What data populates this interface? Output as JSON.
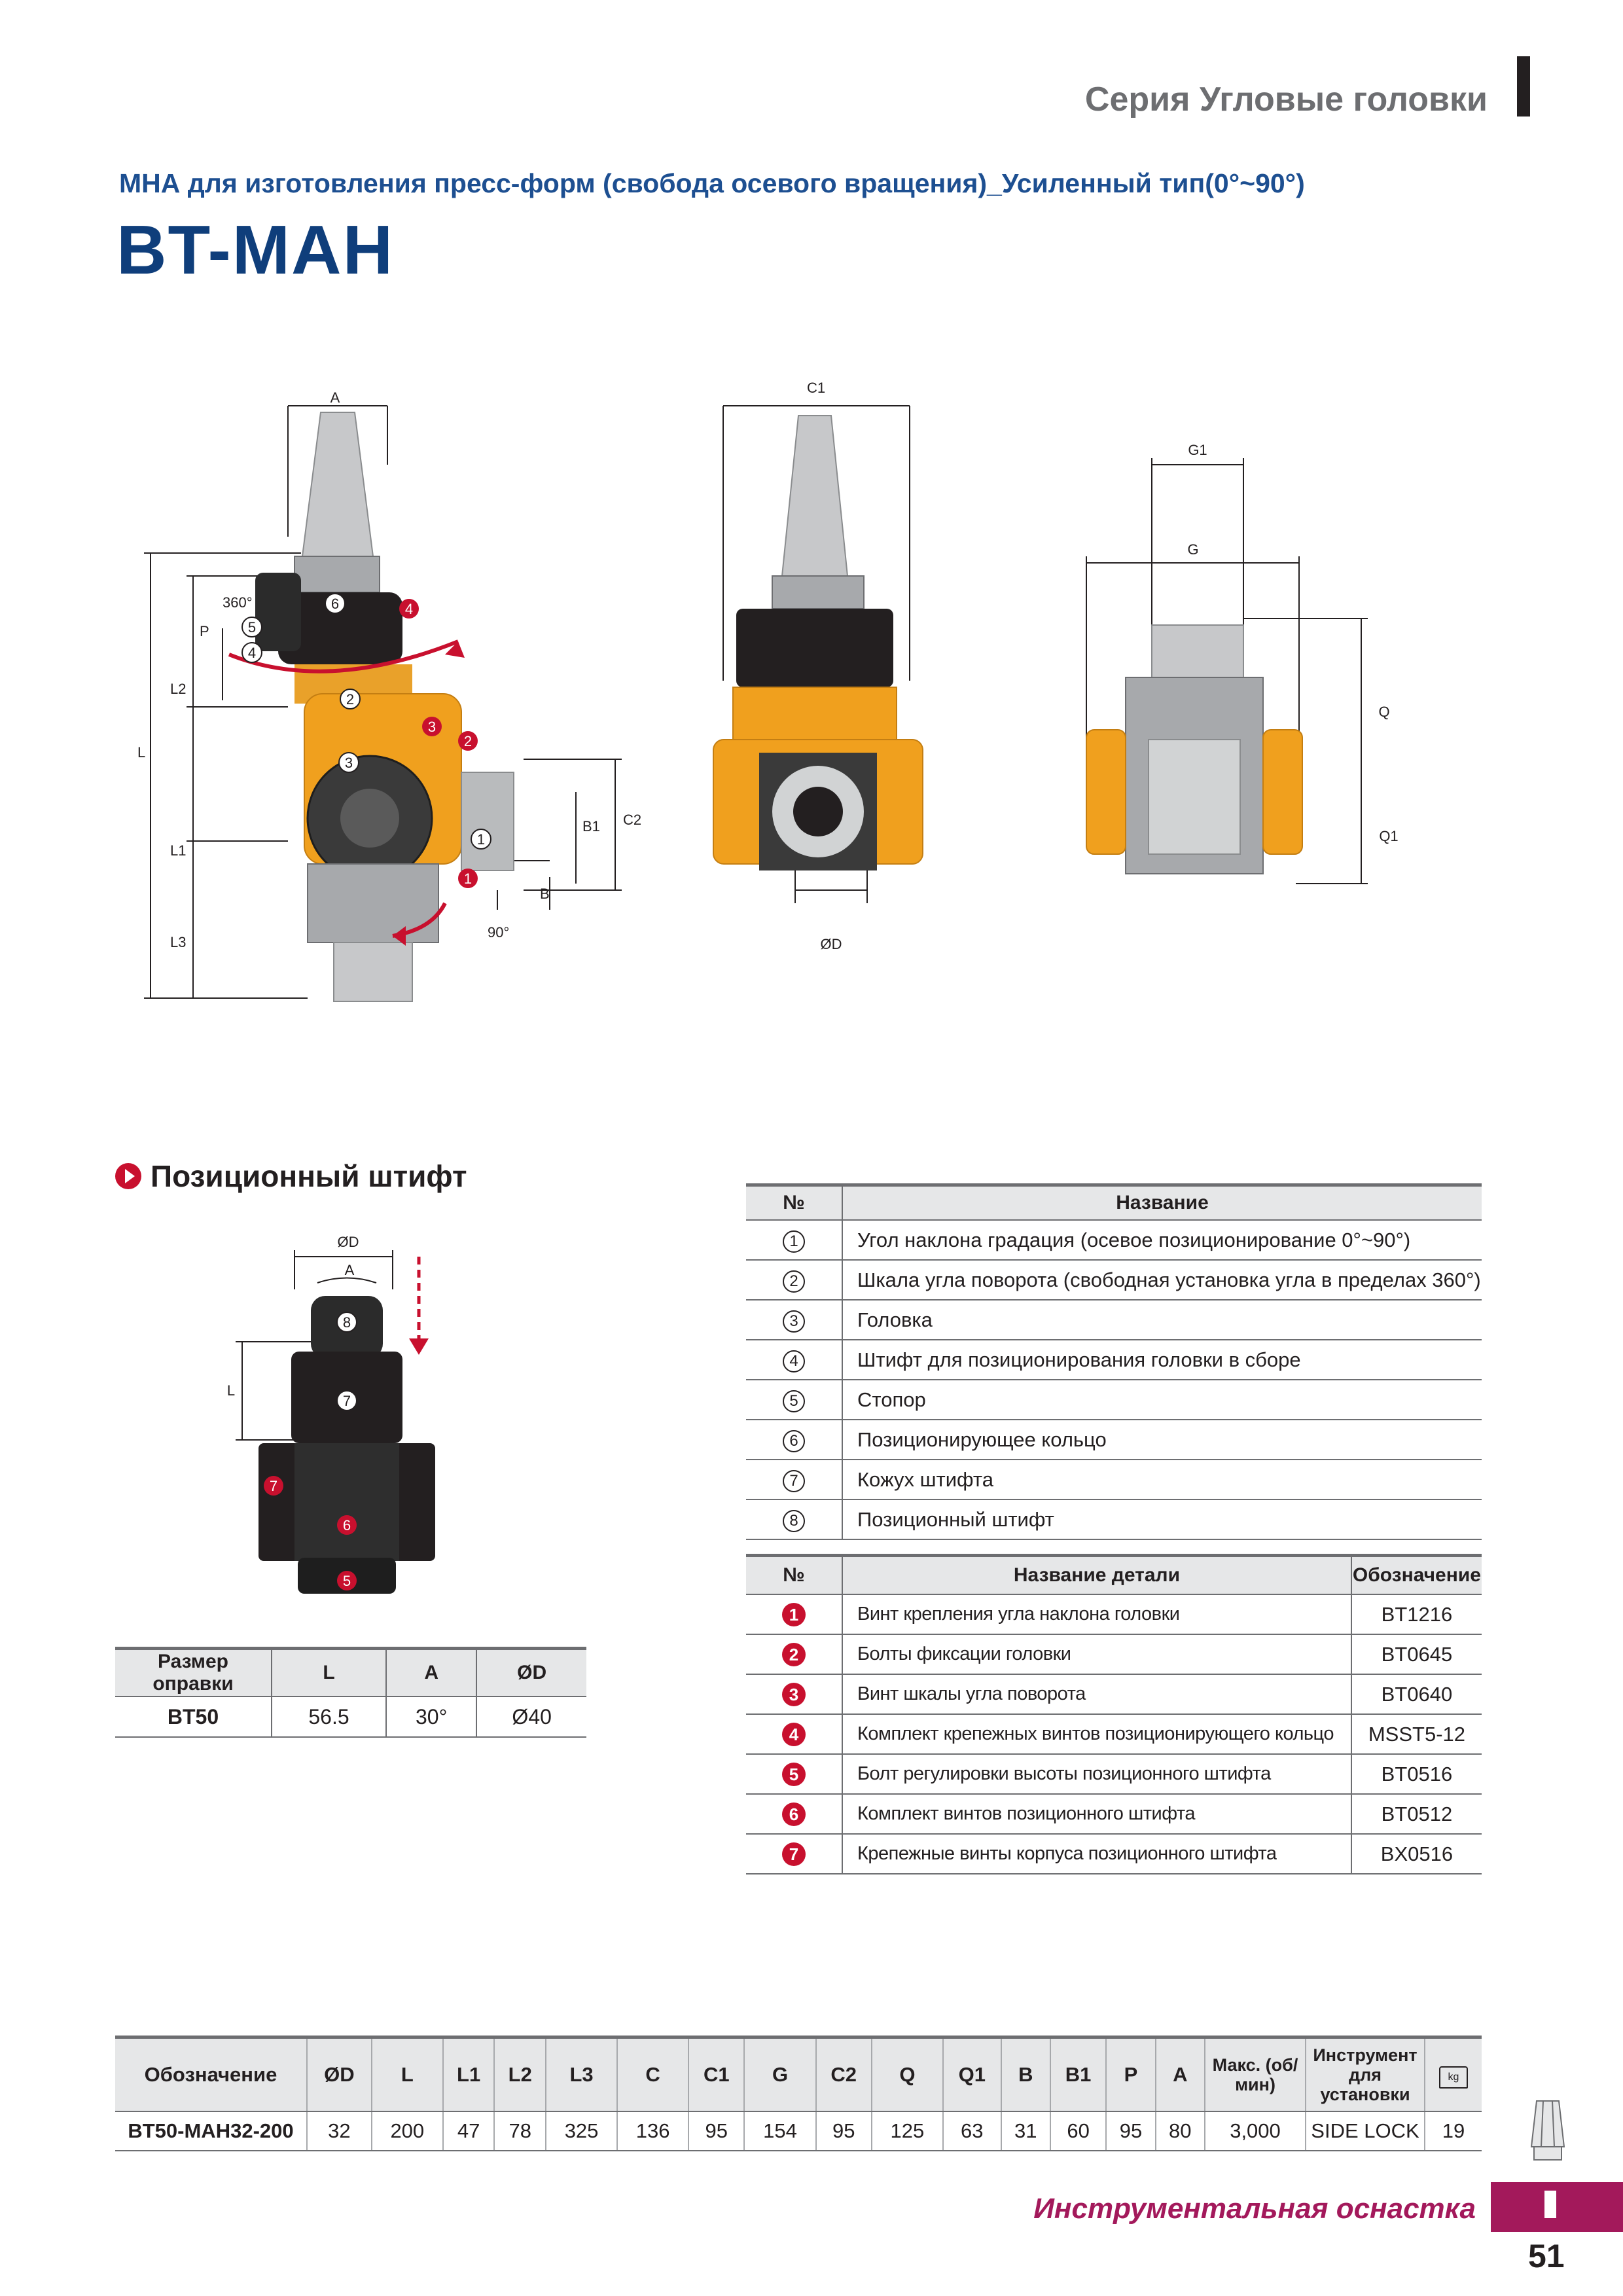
{
  "header": {
    "series": "Серия Угловые головки",
    "subtitle": "МНА для изготовления пресс-форм (свобода  осевого вращения)_Усиленный тип(0°~90°)",
    "model": "BT-MAH"
  },
  "figure_main": {
    "labels": {
      "A": "A",
      "L": "L",
      "L1": "L1",
      "L2": "L2",
      "L3": "L3",
      "P": "P",
      "deg360": "360°",
      "deg90": "90°",
      "B": "B",
      "B1": "B1",
      "C2": "C2"
    },
    "markers": [
      "1",
      "2",
      "3",
      "4",
      "5",
      "6"
    ]
  },
  "figure_front": {
    "labels": {
      "C1": "C1",
      "OD": "ØD"
    }
  },
  "figure_side": {
    "labels": {
      "G1": "G1",
      "G": "G",
      "Q": "Q",
      "Q1": "Q1"
    }
  },
  "pin_section": {
    "title": "Позиционный штифт",
    "labels": {
      "OD": "ØD",
      "A": "A",
      "L": "L"
    },
    "markers": [
      "5",
      "6",
      "7",
      "7",
      "8"
    ],
    "table": {
      "headers": [
        "Размер оправки",
        "L",
        "A",
        "ØD"
      ],
      "rows": [
        [
          "BT50",
          "56.5",
          "30°",
          "Ø40"
        ]
      ]
    }
  },
  "names_table": {
    "headers": [
      "№",
      "Название"
    ],
    "rows": [
      {
        "no": "1",
        "name": "Угол наклона градация (осевое позиционирование 0°~90°)"
      },
      {
        "no": "2",
        "name": "Шкала угла поворота (свободная установка угла в пределах 360°)"
      },
      {
        "no": "3",
        "name": "Головка"
      },
      {
        "no": "4",
        "name": "Штифт для позиционирования головки в сборе"
      },
      {
        "no": "5",
        "name": "Стопор"
      },
      {
        "no": "6",
        "name": "Позиционирующее кольцо"
      },
      {
        "no": "7",
        "name": "Кожух штифта"
      },
      {
        "no": "8",
        "name": "Позиционный штифт"
      }
    ]
  },
  "parts_table": {
    "headers": [
      "№",
      "Название детали",
      "Обозначение"
    ],
    "rows": [
      {
        "no": "1",
        "name": "Винт крепления угла наклона головки",
        "code": "BT1216"
      },
      {
        "no": "2",
        "name": "Болты фиксации головки",
        "code": "BT0645"
      },
      {
        "no": "3",
        "name": "Винт шкалы угла поворота",
        "code": "BT0640"
      },
      {
        "no": "4",
        "name": "Комплект крепежных винтов позиционирующего кольцо",
        "code": "MSST5-12"
      },
      {
        "no": "5",
        "name": "Болт регулировки высоты позиционного штифта",
        "code": "BT0516"
      },
      {
        "no": "6",
        "name": "Комплект винтов позиционного штифта",
        "code": "BT0512"
      },
      {
        "no": "7",
        "name": "Крепежные винты корпуса позиционного штифта",
        "code": "BX0516"
      }
    ]
  },
  "spec_table": {
    "headers": [
      "Обозначение",
      "ØD",
      "L",
      "L1",
      "L2",
      "L3",
      "C",
      "C1",
      "G",
      "C2",
      "Q",
      "Q1",
      "B",
      "B1",
      "P",
      "A",
      "Макс. (об/мин)",
      "Инструмент для установки",
      "kg"
    ],
    "rows": [
      [
        "BT50-MAH32-200",
        "32",
        "200",
        "47",
        "78",
        "325",
        "136",
        "95",
        "154",
        "95",
        "125",
        "63",
        "31",
        "60",
        "95",
        "80",
        "3,000",
        "SIDE LOCK",
        "19"
      ]
    ]
  },
  "footer": {
    "text": "Инструментальная оснастка",
    "page": "51"
  },
  "colors": {
    "brand_blue": "#0f3e7b",
    "accent_red": "#c8102e",
    "footer_magenta": "#a3195b",
    "body_orange": "#f0a01e"
  }
}
